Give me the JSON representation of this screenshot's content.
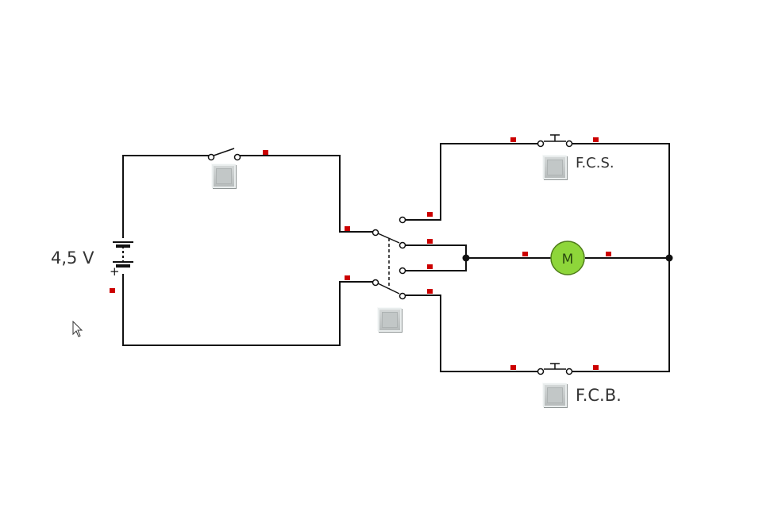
{
  "battery": {
    "voltage_label": "4,5 V",
    "plus_label": "+"
  },
  "motor": {
    "label": "M",
    "fill_color": "#8ed63a"
  },
  "limit_switches": {
    "top_label": "F.C.S.",
    "bottom_label": "F.C.B."
  },
  "colors": {
    "wire": "#111111",
    "terminal": "#cc0000",
    "text": "#333333"
  }
}
